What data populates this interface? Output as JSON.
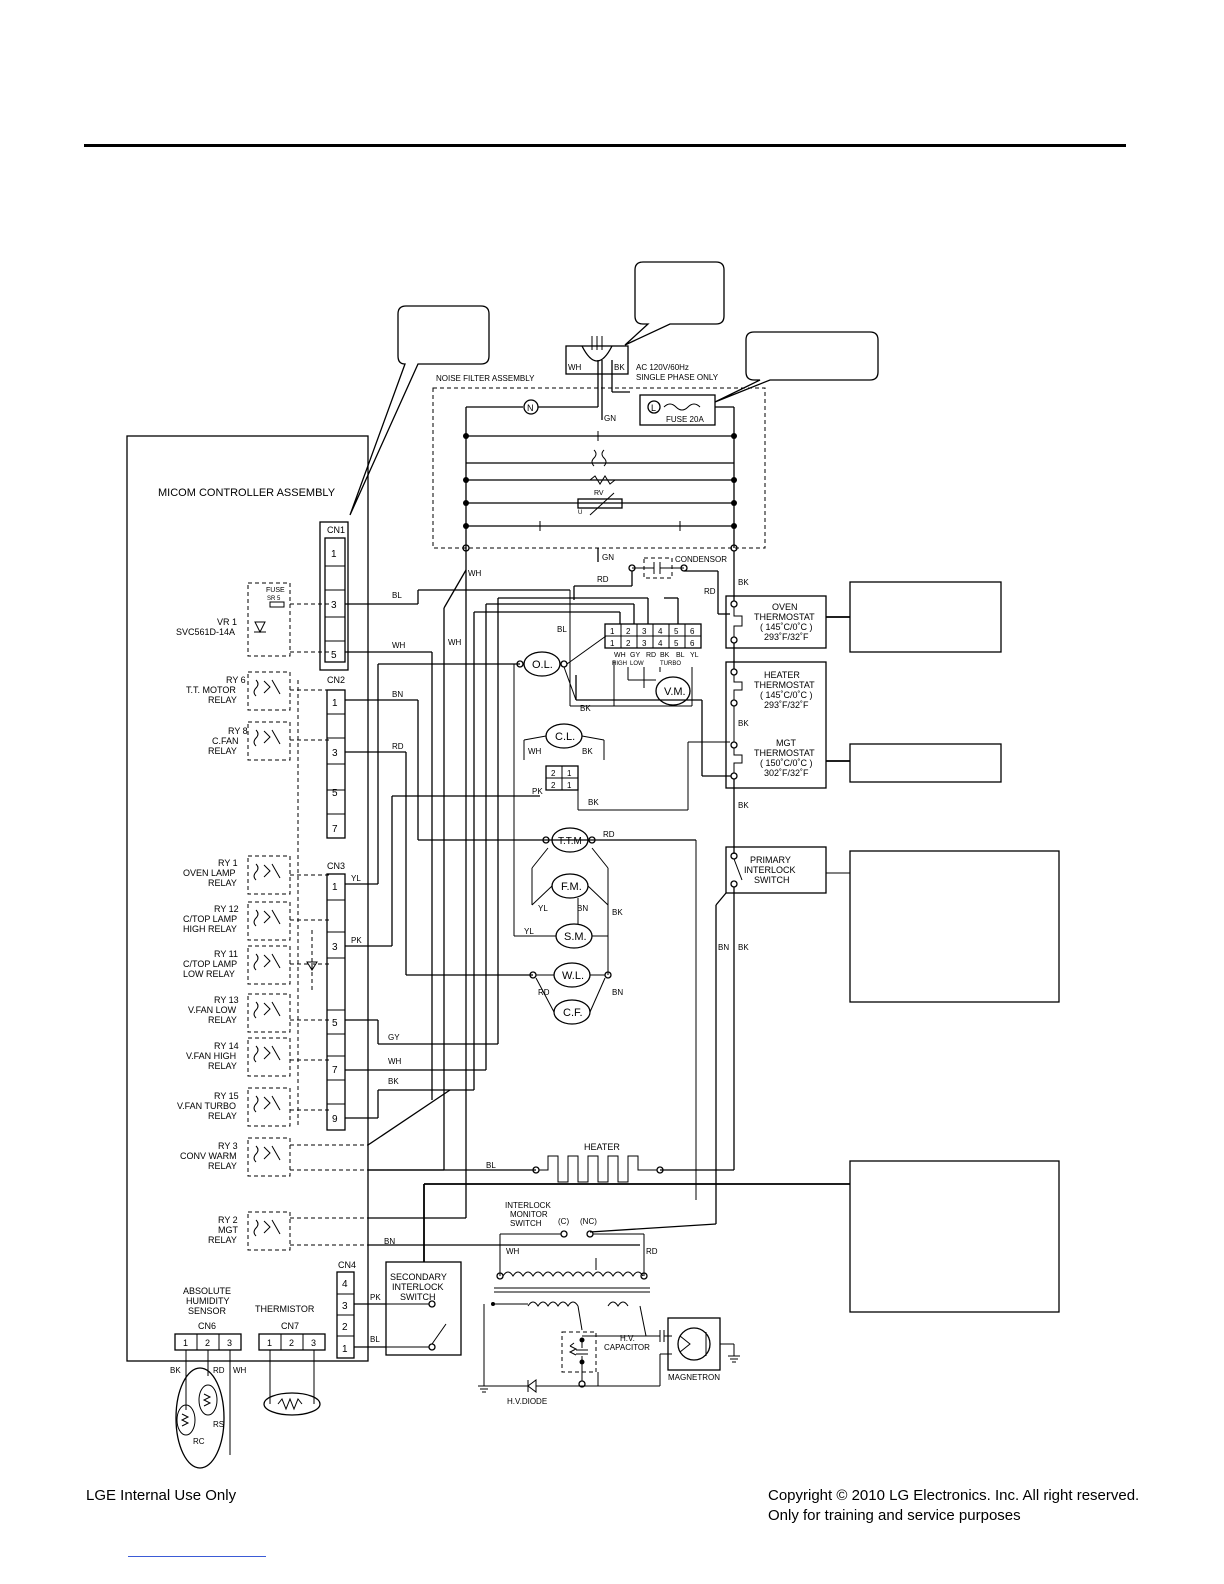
{
  "labels": {
    "noise_filter": "NOISE FILTER ASSEMBLY",
    "ac_power_1": "AC 120V/60Hz",
    "ac_power_2": "SINGLE PHASE ONLY",
    "plug_wh": "WH",
    "plug_bk": "BK",
    "gn": "GN",
    "n": "N",
    "l": "L",
    "fuse_20a": "FUSE 20A",
    "rv": "RV",
    "u": "U",
    "gn2": "GN",
    "condensor": "CONDENSOR",
    "micom": "MICOM CONTROLLER ASSEMBLY",
    "cn1": "CN1",
    "cn2": "CN2",
    "cn3": "CN3",
    "cn4": "CN4",
    "cn6": "CN6",
    "cn7": "CN7",
    "fuse": "FUSE",
    "sr5": "SR 5",
    "vr1": "VR 1",
    "vr1_part": "SVC561D-14A",
    "ry6_1": "RY 6",
    "ry6_2": "T.T. MOTOR",
    "ry6_3": "RELAY",
    "ry8_1": "RY 8",
    "ry8_2": "C.FAN",
    "ry8_3": "RELAY",
    "ry1_1": "RY 1",
    "ry1_2": "OVEN LAMP",
    "ry1_3": "RELAY",
    "ry12_1": "RY 12",
    "ry12_2": "C/TOP LAMP",
    "ry12_3": "HIGH RELAY",
    "ry11_1": "RY 11",
    "ry11_2": "C/TOP LAMP",
    "ry11_3": "LOW RELAY",
    "ry13_1": "RY 13",
    "ry13_2": "V.FAN LOW",
    "ry13_3": "RELAY",
    "ry14_1": "RY 14",
    "ry14_2": "V.FAN HIGH",
    "ry14_3": "RELAY",
    "ry15_1": "RY 15",
    "ry15_2": "V.FAN TURBO",
    "ry15_3": "RELAY",
    "ry3_1": "RY 3",
    "ry3_2": "CONV WARM",
    "ry3_3": "RELAY",
    "ry2_1": "RY 2",
    "ry2_2": "MGT",
    "ry2_3": "RELAY",
    "abs1": "ABSOLUTE",
    "abs2": "HUMIDITY",
    "abs3": "SENSOR",
    "thermistor": "THERMISTOR",
    "rs": "RS",
    "rc": "RC",
    "ol": "O.L.",
    "cl": "C.L.",
    "vm": "V.M.",
    "ttm": "T.T.M",
    "fm": "F.M.",
    "sm": "S.M.",
    "wl": "W.L.",
    "cf": "C.F.",
    "oven_th_1": "OVEN",
    "oven_th_2": "THERMOSTAT",
    "oven_th_3": "( 145˚C/0˚C )",
    "oven_th_4": "293˚F/32˚F",
    "heater_th_1": "HEATER",
    "heater_th_2": "THERMOSTAT",
    "heater_th_3": "( 145˚C/0˚C )",
    "heater_th_4": "293˚F/32˚F",
    "mgt_th_1": "MGT",
    "mgt_th_2": "THERMOSTAT",
    "mgt_th_3": "( 150˚C/0˚C )",
    "mgt_th_4": "302˚F/32˚F",
    "primary_1": "PRIMARY",
    "primary_2": "INTERLOCK",
    "primary_3": "SWITCH",
    "heater": "HEATER",
    "ims_1": "INTERLOCK",
    "ims_2": "MONITOR",
    "ims_3": "SWITCH",
    "c": "(C)",
    "nc": "(NC)",
    "sec_1": "SECONDARY",
    "sec_2": "INTERLOCK",
    "sec_3": "SWITCH",
    "hvcap_1": "H.V.",
    "hvcap_2": "CAPACITOR",
    "magnetron": "MAGNETRON",
    "hvdiode": "H.V.DIODE",
    "vm_high": "HIGH",
    "vm_low": "LOW",
    "vm_turbo": "TURBO"
  },
  "wire_colors": {
    "wh": "WH",
    "bk": "BK",
    "bl": "BL",
    "rd": "RD",
    "bn": "BN",
    "gy": "GY",
    "yl": "YL",
    "pk": "PK"
  },
  "pin_numbers": {
    "p1": "1",
    "p2": "2",
    "p3": "3",
    "p4": "4",
    "p5": "5",
    "p6": "6",
    "p7": "7",
    "p9": "9"
  },
  "footer": {
    "left": "LGE Internal Use Only",
    "right_1": "Copyright © 2010 LG Electronics. Inc. All right reserved.",
    "right_2": "Only for training and service purposes"
  }
}
